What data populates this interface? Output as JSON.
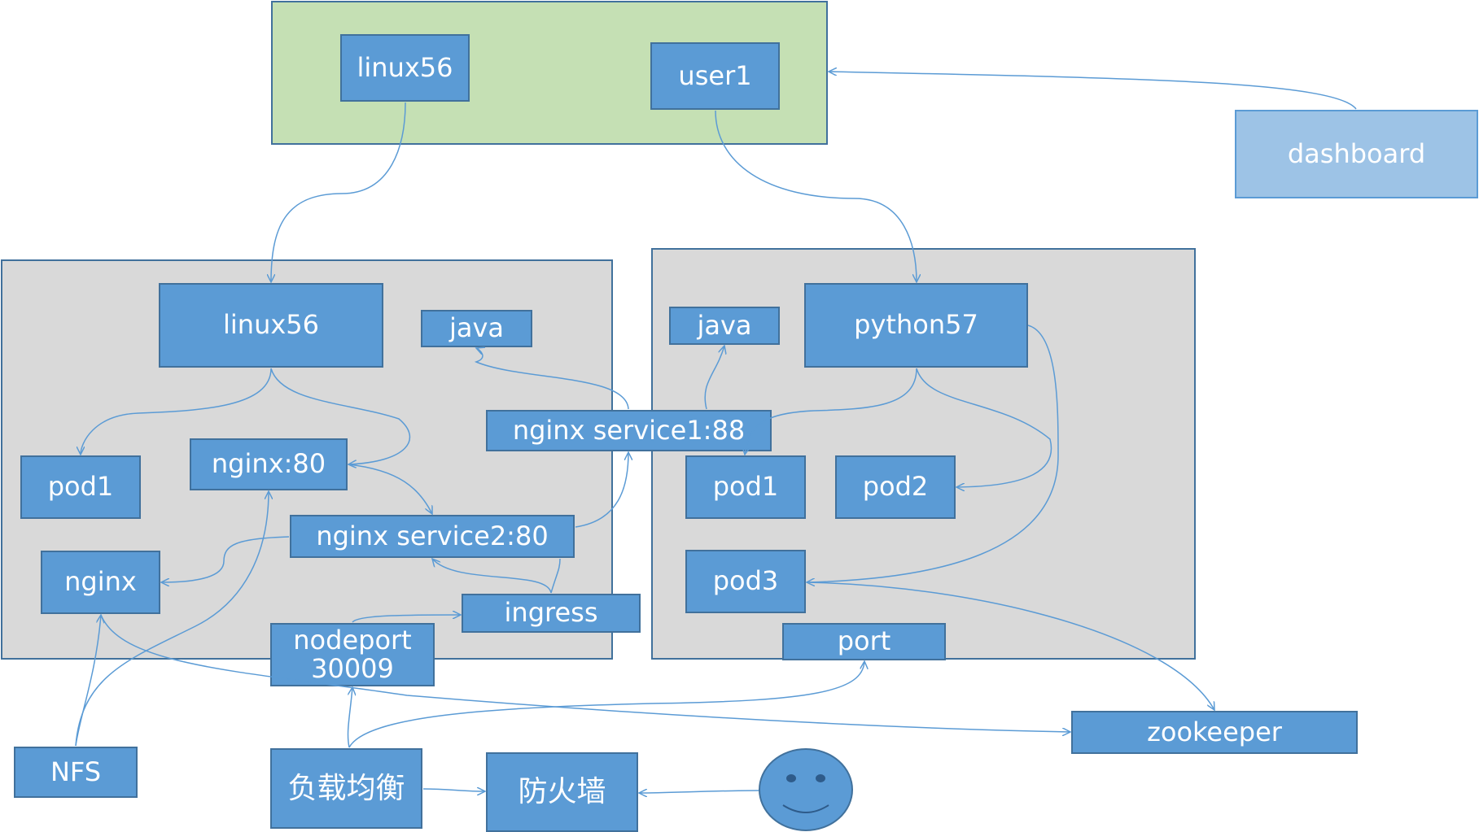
{
  "colors": {
    "node_fill": "#5b9bd5",
    "node_border": "#41719c",
    "node_light_fill": "#9dc3e6",
    "cluster_fill": "#d9d9d9",
    "top_region_fill": "#c5e0b4",
    "edge": "#5b9bd5",
    "text": "#ffffff"
  },
  "icons": {
    "user": "smiley-face-icon"
  },
  "nodes": {
    "top_linux56": "linux56",
    "top_user1": "user1",
    "dashboard": "dashboard",
    "linux56": "linux56",
    "java_left": "java",
    "pod1_left": "pod1",
    "nginx80": "nginx:80",
    "nginx": "nginx",
    "nginx_service2": "nginx service2:80",
    "ingress": "ingress",
    "nodeport": "nodeport\n30009",
    "nginx_service1": "nginx service1:88",
    "java_right": "java",
    "python57": "python57",
    "pod1_right": "pod1",
    "pod2": "pod2",
    "pod3": "pod3",
    "port": "port",
    "zookeeper": "zookeeper",
    "nfs": "NFS",
    "load_balancer": "负载均衡",
    "firewall": "防火墙"
  }
}
